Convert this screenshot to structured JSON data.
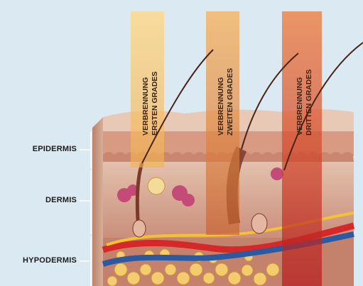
{
  "labels": {
    "epidermis": "EPIDERMIS",
    "dermis": "DERMIS",
    "hypodermis": "HYPODERMIS"
  },
  "burns": [
    {
      "line1": "VERBRENNUNG",
      "line2": "ERSTEN GRADES",
      "color": "#f6c26b"
    },
    {
      "line1": "VERBRENNUNG",
      "line2": "ZWEITEN GRADES",
      "color": "#f2a04a"
    },
    {
      "line1": "VERBRENNUNG",
      "line2": "DRITTEN GRADES",
      "color": "#e5502b"
    }
  ],
  "colors": {
    "background": "#dbe9f3",
    "epidermis": "#d9a28e",
    "dermis": "#dcb8a4",
    "fat": "#f4cc6e",
    "artery": "#d62828",
    "vein": "#2c5aa0",
    "nerve": "#f2c230"
  }
}
